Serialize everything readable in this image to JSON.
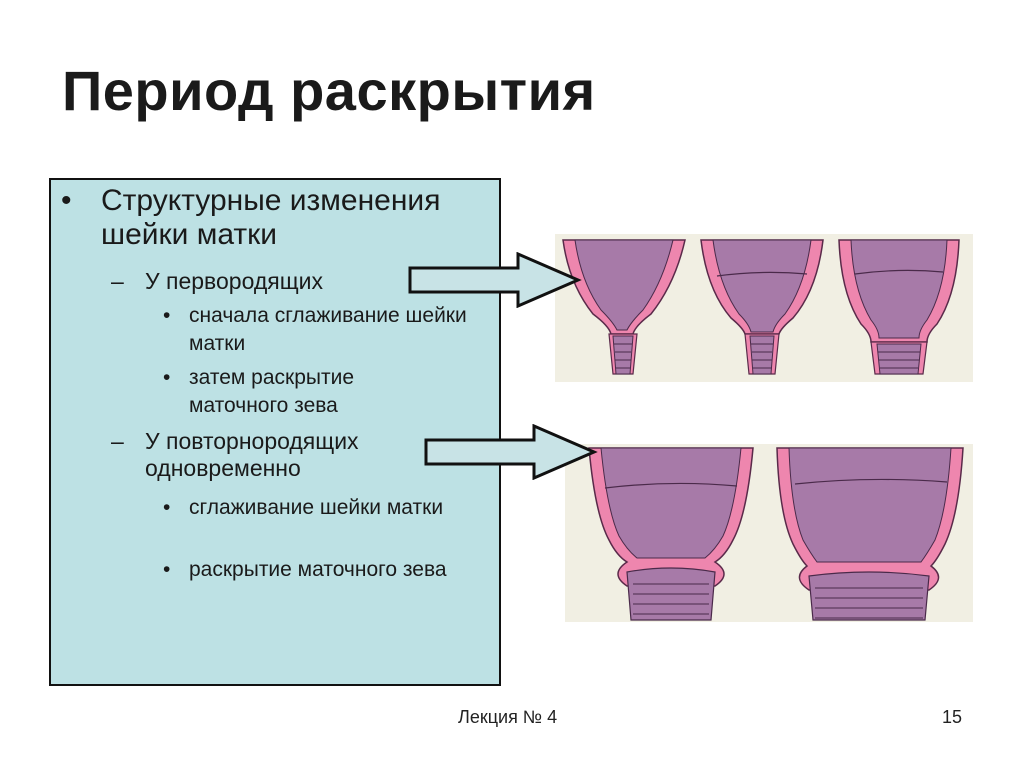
{
  "slide": {
    "title": "Период раскрытия"
  },
  "content": {
    "bullet_l1_marker": "•",
    "bullet_l1": "Структурные изменения шейки матки",
    "dash": "–",
    "dot": "•",
    "group1": {
      "label": "У первородящих",
      "items": [
        "сначала сглаживание шейки матки",
        "затем раскрытие маточного зева"
      ]
    },
    "group2": {
      "label": "У повторнородящих одновременно",
      "items": [
        "сглаживание шейки матки",
        "раскрытие маточного зева"
      ]
    }
  },
  "footer": {
    "lecture": "Лекция № 4",
    "page": "15"
  },
  "colors": {
    "box_fill": "#bde1e4",
    "uterus_purple": "#a77aa8",
    "wall_pink": "#ee86ae",
    "panel_bg": "#f1efe3",
    "arrow_fill": "#c8e3e6"
  },
  "icons": [
    "right-arrow-icon",
    "right-arrow-icon"
  ]
}
